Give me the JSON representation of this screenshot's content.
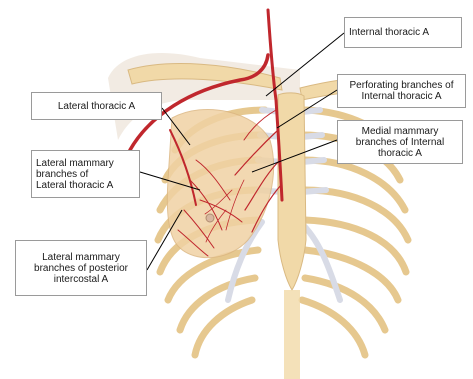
{
  "labels": {
    "internal_thoracic": "Internal thoracic A",
    "perforating_branches": "Perforating branches of\nInternal thoracic A",
    "lateral_thoracic": "Lateral thoracic A",
    "medial_mammary": "Medial mammary\nbranches of Internal\nthoracic A",
    "lateral_mammary_lateral_thoracic": "Lateral mammary\nbranches of\nLateral thoracic A",
    "lateral_mammary_posterior_intercostal": "Lateral mammary\nbranches of posterior\nintercostal A"
  },
  "colors": {
    "artery": "#c0272d",
    "bone": "#f1d9a8",
    "bone_edge": "#d9b982",
    "cartilage": "#e4e6ee",
    "breast": "#f0d2a4",
    "leader_line": "#000000"
  }
}
